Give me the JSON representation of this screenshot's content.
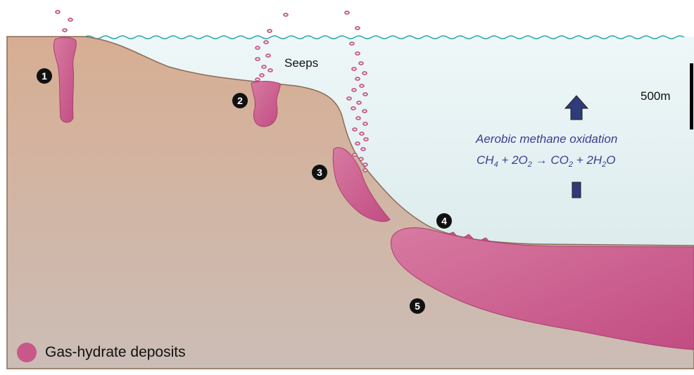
{
  "labels": {
    "seeps": "Seeps",
    "scale": "500m",
    "oxidation_title": "Aerobic methane oxidation",
    "equation": {
      "ch": "CH",
      "ch_sub": "4",
      "plus1": "+ 2O",
      "o_sub": "2",
      "arrow": "→",
      "co": "CO",
      "co_sub": "2",
      "plus2": "+ 2H",
      "h_sub": "2",
      "o": "O"
    },
    "legend": "Gas-hydrate deposits"
  },
  "markers": [
    "1",
    "2",
    "3",
    "4",
    "5"
  ],
  "colors": {
    "seawater": "#dfeef0",
    "sediment": "#cfae98",
    "hydrate": "#c8588a",
    "arrow": "#2f3b7a",
    "text_accent": "#3d3d8f"
  }
}
